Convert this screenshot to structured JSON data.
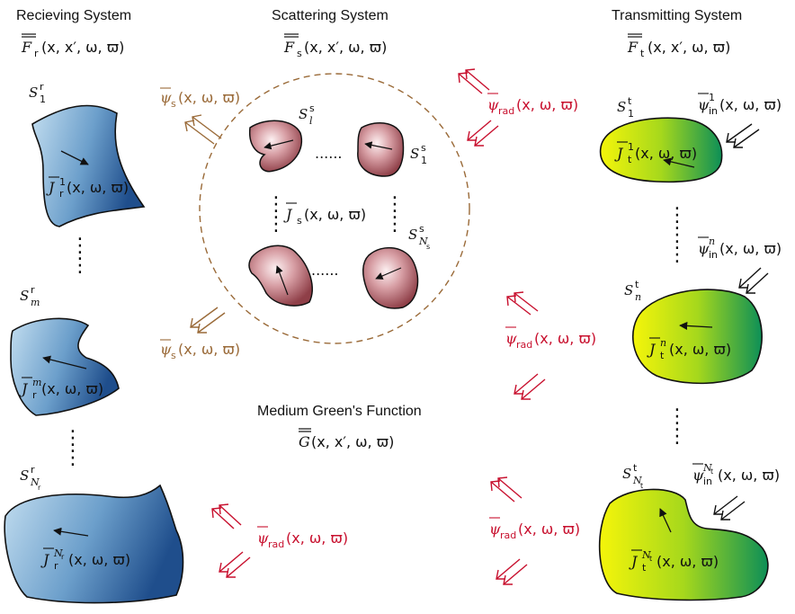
{
  "systems": {
    "receiving": {
      "title": "Recieving System",
      "operator": "F",
      "operator_sub": "r",
      "operator_args": "(x, x′, ω, ϖ)",
      "bodies": [
        {
          "label": "S",
          "sup": "r",
          "sub": "1",
          "current": "J",
          "current_sup": "1",
          "current_sub": "r",
          "args": "(x, ω, ϖ)"
        },
        {
          "label": "S",
          "sup": "r",
          "sub": "m",
          "current": "J",
          "current_sup": "m",
          "current_sub": "r",
          "args": "(x, ω, ϖ)"
        },
        {
          "label": "S",
          "sup": "r",
          "sub": "N",
          "sub_sub": "r",
          "current": "J",
          "current_sup": "N",
          "current_sup_sub": "r",
          "current_sub": "r",
          "args": "(x, ω, ϖ)"
        }
      ]
    },
    "scattering": {
      "title": "Scattering System",
      "operator": "F",
      "operator_sub": "s",
      "operator_args": "(x, x′, ω, ϖ)",
      "current": "J",
      "current_sub": "s",
      "current_args": "(x, ω, ϖ)",
      "bodies": [
        {
          "label": "S",
          "sup": "s",
          "sub": "l"
        },
        {
          "label": "S",
          "sup": "s",
          "sub": "1"
        },
        {
          "label": "S",
          "sup": "s",
          "sub": "N",
          "sub_sub": "s"
        }
      ],
      "scattered_field": "ψ",
      "scattered_field_sub": "s",
      "scattered_field_args": "(x, ω, ϖ)"
    },
    "transmitting": {
      "title": "Transmitting System",
      "operator": "F",
      "operator_sub": "t",
      "operator_args": "(x, x′, ω, ϖ)",
      "bodies": [
        {
          "label": "S",
          "sup": "t",
          "sub": "1",
          "current": "J",
          "current_sup": "1",
          "current_sub": "t",
          "args": "(x, ω, ϖ)",
          "incident": "ψ",
          "incident_sup": "1",
          "incident_sub": "in",
          "incident_args": "(x, ω, ϖ)"
        },
        {
          "label": "S",
          "sup": "t",
          "sub": "n",
          "current": "J",
          "current_sup": "n",
          "current_sub": "t",
          "args": "(x, ω, ϖ)",
          "incident": "ψ",
          "incident_sup": "n",
          "incident_sub": "in",
          "incident_args": "(x, ω, ϖ)"
        },
        {
          "label": "S",
          "sup": "t",
          "sub": "N",
          "sub_sub": "t",
          "current": "J",
          "current_sup": "N",
          "current_sup_sub": "t",
          "current_sub": "t",
          "args": "(x, ω, ϖ)",
          "incident": "ψ",
          "incident_sup": "N",
          "incident_sup_sub": "t",
          "incident_sub": "in",
          "incident_args": "(x, ω, ϖ)"
        }
      ]
    }
  },
  "medium": {
    "title": "Medium Green's Function",
    "operator": "G",
    "operator_args": "(x, x′, ω, ϖ)"
  },
  "radiated_field": {
    "symbol": "ψ",
    "sub": "rad",
    "args": "(x, ω, ϖ)"
  },
  "ellipsis": {
    "horizontal": "......",
    "vertical": "⋮"
  },
  "colors": {
    "radiated": "#c8102e",
    "scattered": "#9a6a38",
    "receiving_light": "#bcd9ee",
    "receiving_dark": "#1f4e8c",
    "scatter_light": "#fbe9ea",
    "scatter_dark": "#8f3f48",
    "transmit_yellow": "#f2f20a",
    "transmit_green": "#0d8f57"
  }
}
